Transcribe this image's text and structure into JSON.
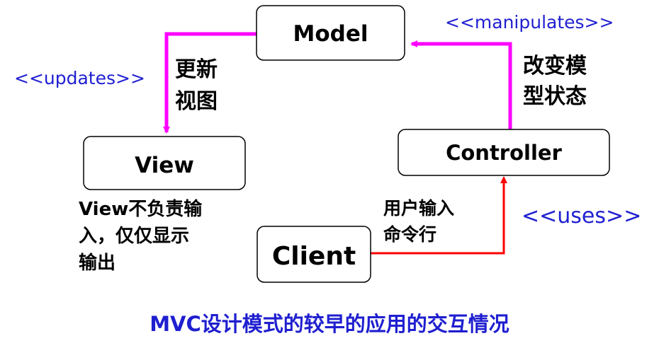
{
  "nodes": {
    "model": "Model",
    "view": "View",
    "controller": "Controller",
    "client": "Client"
  },
  "stereotypes": {
    "updates": "<<updates>>",
    "manipulates": "<<manipulates>>",
    "uses": "<<uses>>"
  },
  "annotations": {
    "update_view": [
      "更新",
      "视图"
    ],
    "change_model_state": [
      "改变模",
      "型状态"
    ],
    "user_input": [
      "用户输入",
      "命令行"
    ],
    "view_note": [
      "View不负责输",
      "入，仅仅显示",
      "输出"
    ]
  },
  "caption": "MVC设计模式的较早的应用的交互情况",
  "colors": {
    "magenta_arrow": "#ff00ff",
    "red_arrow": "#ff0000",
    "stereotype_text": "#1f1fd0",
    "caption_text": "#1f1fd0"
  }
}
